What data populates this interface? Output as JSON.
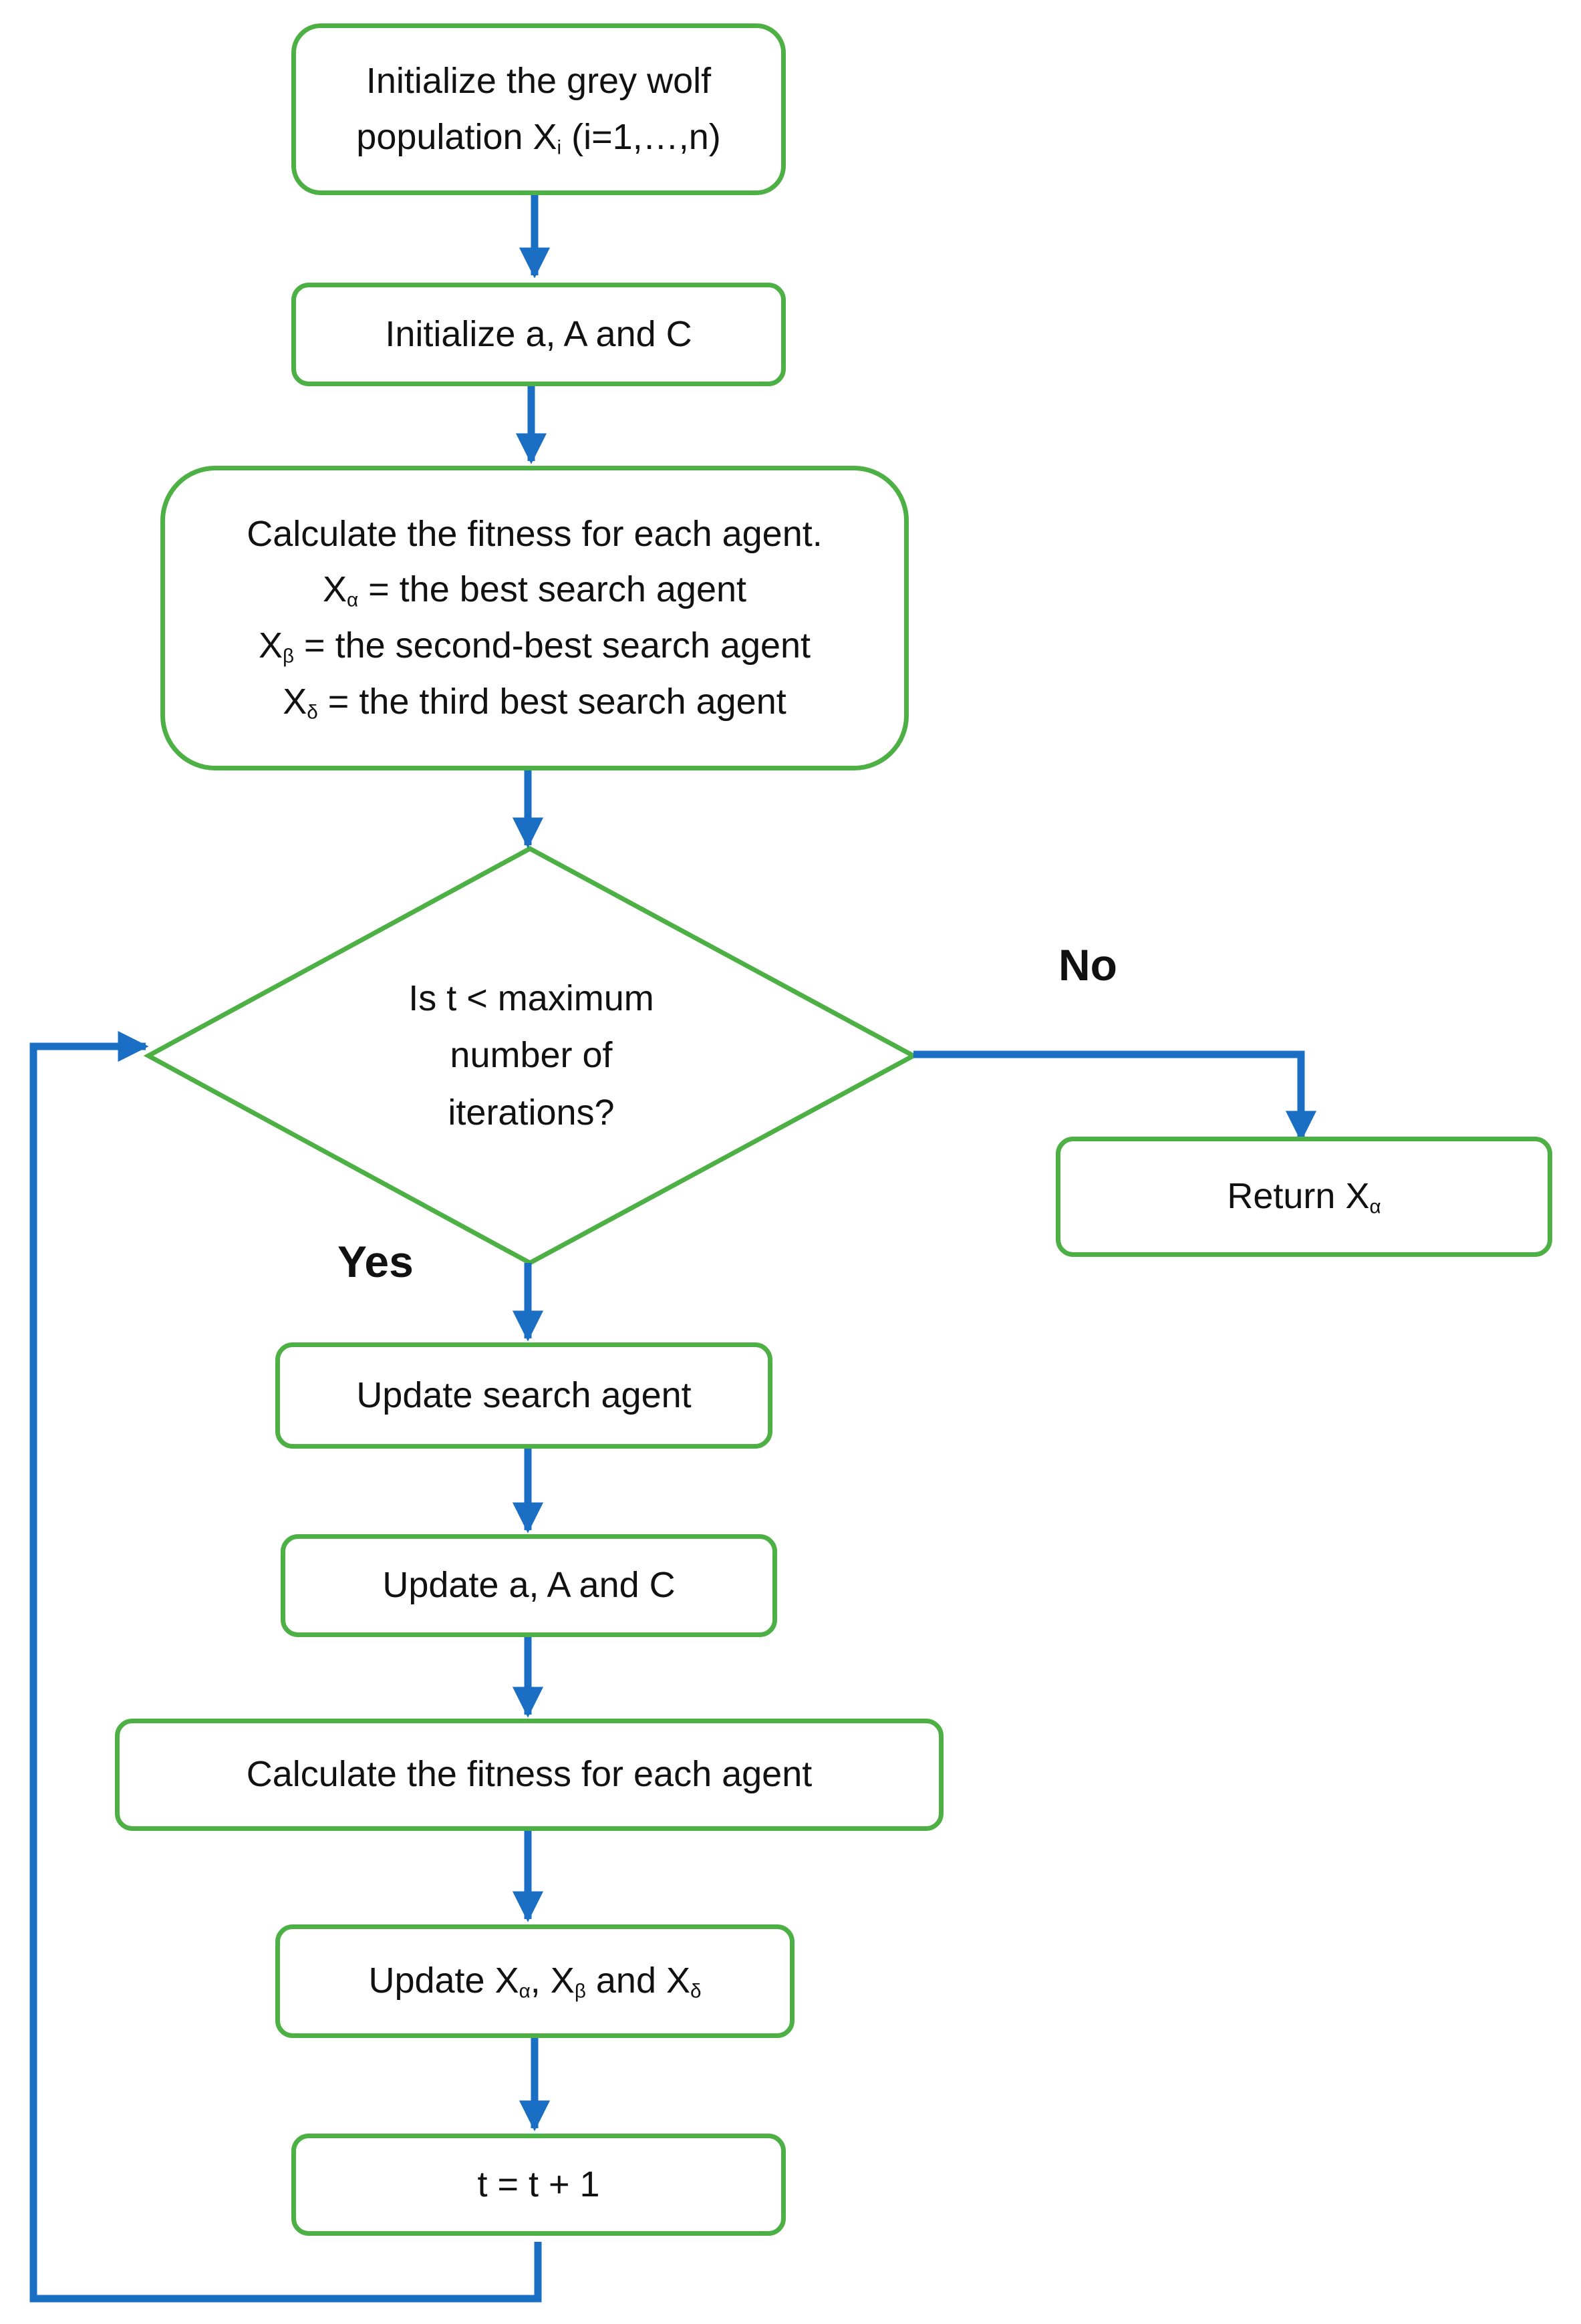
{
  "diagram": {
    "colors": {
      "box_border": "#4db044",
      "arrow": "#1a6fc4",
      "text": "#111111",
      "background": "#ffffff"
    },
    "steps": {
      "init_population": {
        "line1": "Initialize the grey wolf",
        "line2_prefix": "population X",
        "line2_sub": "i",
        "line2_suffix": " (i=1,…,n)"
      },
      "init_params": {
        "text": "Initialize a, A and C"
      },
      "calc_fitness_initial": {
        "line1": "Calculate the fitness for each agent.",
        "line2_prefix": "X",
        "line2_sub": "α",
        "line2_suffix": " = the best search agent",
        "line3_prefix": "X",
        "line3_sub": "β",
        "line3_suffix": " = the second-best search agent",
        "line4_prefix": "X",
        "line4_sub": "δ",
        "line4_suffix": " = the third best search agent"
      },
      "decision": {
        "line1": "Is t < maximum",
        "line2": "number of",
        "line3": "iterations?"
      },
      "return": {
        "prefix": "Return X",
        "sub": "α"
      },
      "update_agent": {
        "text": "Update search agent"
      },
      "update_params": {
        "text": "Update a, A and C"
      },
      "calc_fitness_loop": {
        "text": "Calculate the fitness for each agent"
      },
      "update_leaders": {
        "prefix": "Update X",
        "sub1": "α",
        "mid1": ", X",
        "sub2": "β",
        "mid2": " and X",
        "sub3": "δ"
      },
      "increment": {
        "text": "t = t + 1"
      }
    },
    "branch_labels": {
      "no": "No",
      "yes": "Yes"
    }
  }
}
